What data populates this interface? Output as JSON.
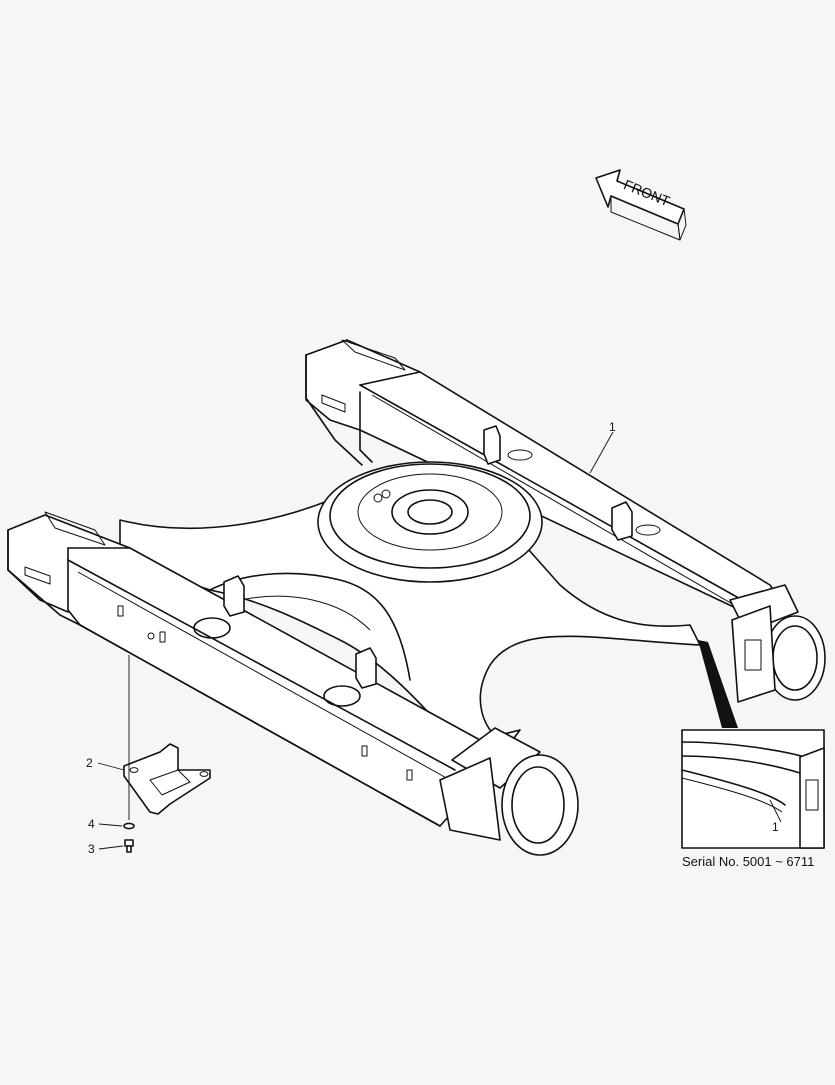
{
  "diagram": {
    "direction_label": "FRONT",
    "callouts": {
      "frame": "1",
      "bracket": "2",
      "bolt": "3",
      "washer": "4",
      "detail_frame": "1"
    },
    "detail_caption": "Serial No. 5001 ~ 6711"
  }
}
